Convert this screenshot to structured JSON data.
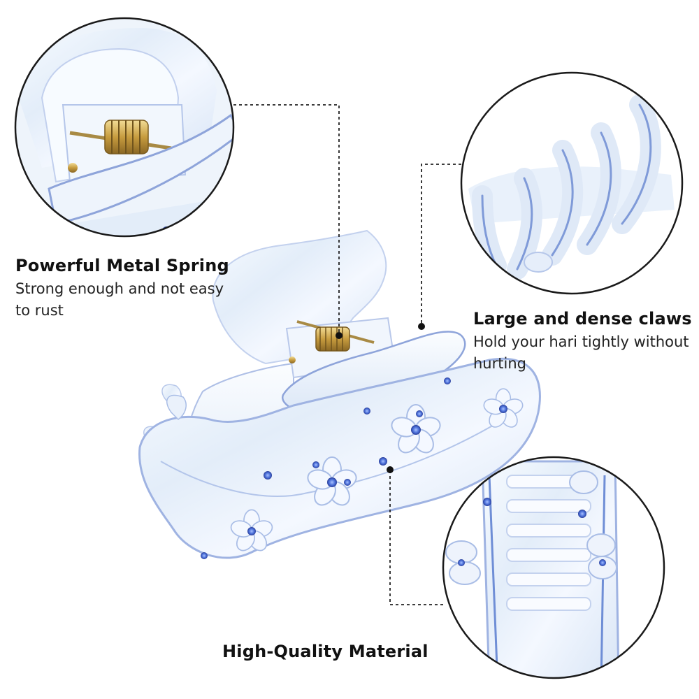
{
  "features": {
    "spring": {
      "title": "Powerful Metal Spring",
      "desc": "Strong enough and not easy to rust"
    },
    "claws": {
      "title": "Large and dense claws",
      "desc": "Hold your hari tightly without hurting"
    },
    "material": {
      "title": "High-Quality Material"
    }
  },
  "colors": {
    "background": "#ffffff",
    "clip_body": "#e9f1fb",
    "clip_edge": "#9fb3e2",
    "rhinestone": "#4a6fd8",
    "spring_metal": "#c9a24a",
    "leader_line": "#222222"
  }
}
